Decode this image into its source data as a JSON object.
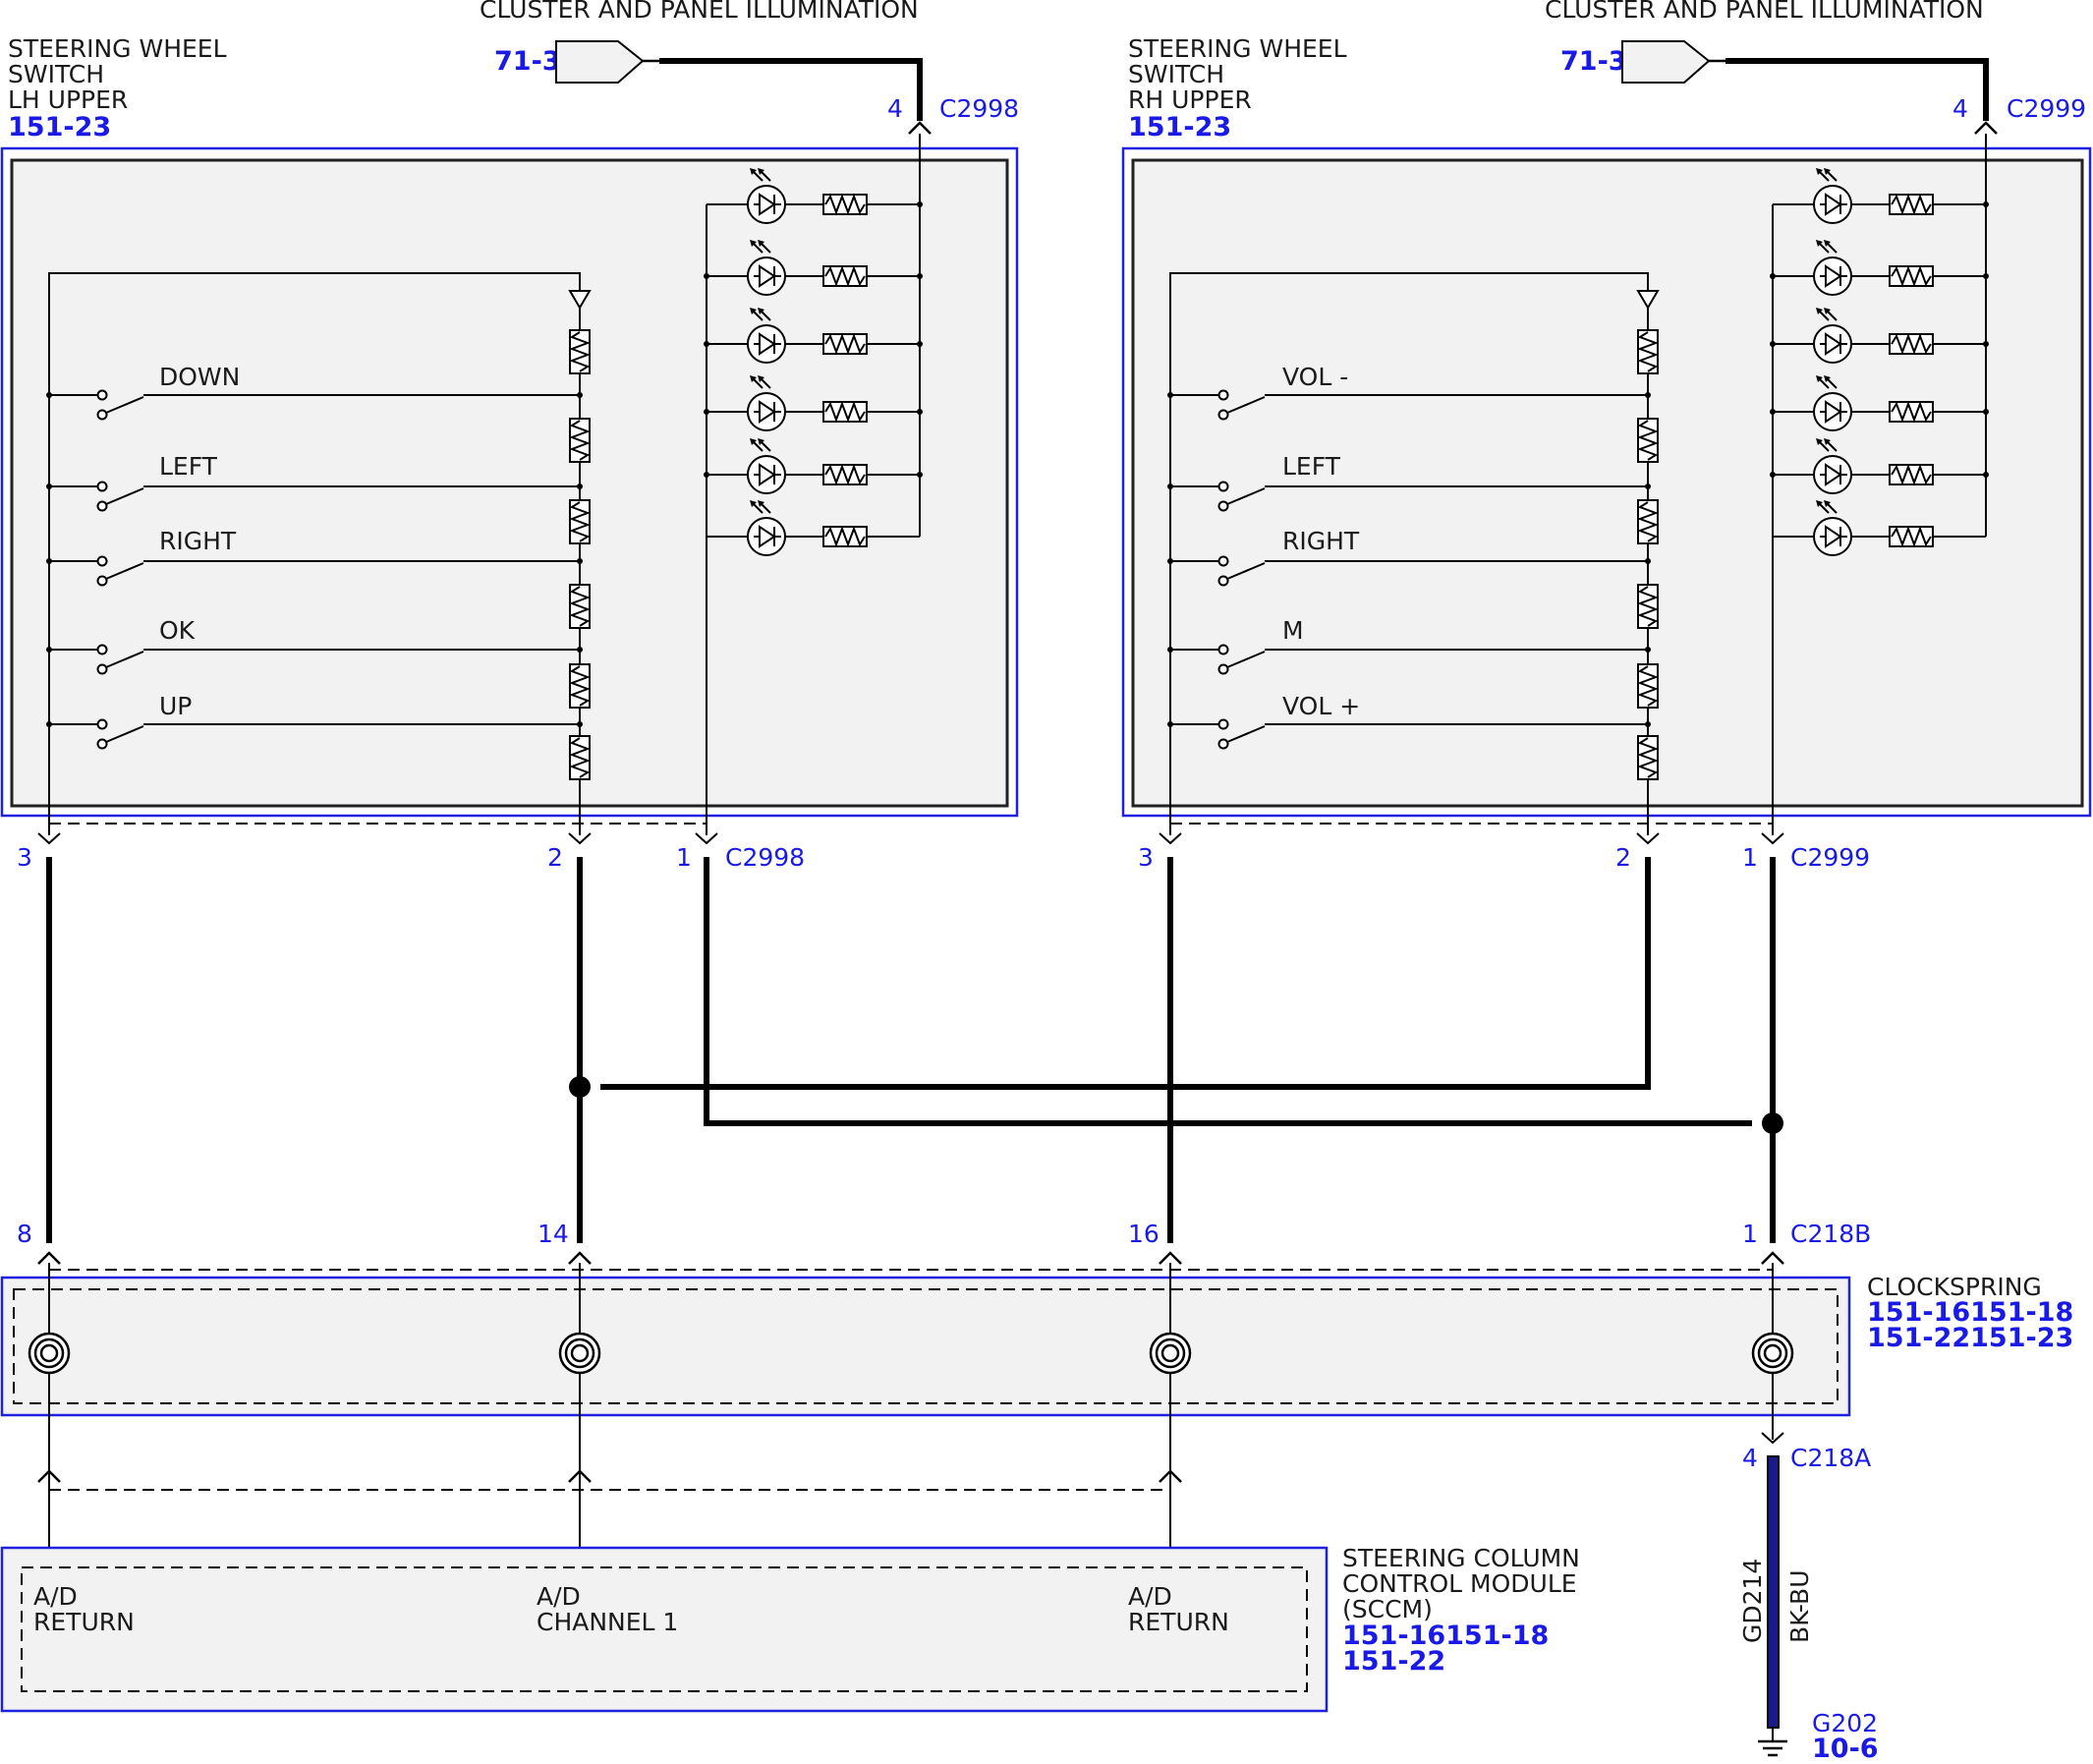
{
  "colors": {
    "accent": "#1a1ae6",
    "frame": "#2020e0",
    "component_fill": "#f2f2f2",
    "wire": "#000000",
    "ground_wire_core": "#1a1a8c"
  },
  "illumination": {
    "title_left": "CLUSTER AND PANEL ILLUMINATION",
    "title_right": "CLUSTER AND PANEL ILLUMINATION",
    "ref_left": "71-3",
    "ref_right": "71-3"
  },
  "lh_switch": {
    "name_line1": "STEERING WHEEL",
    "name_line2": "SWITCH",
    "name_line3": "LH UPPER",
    "ref": "151-23",
    "top_pin": "4",
    "top_connector": "C2998",
    "bottom_pins": [
      "3",
      "2",
      "1"
    ],
    "bottom_connector": "C2998",
    "switches": [
      "DOWN",
      "LEFT",
      "RIGHT",
      "OK",
      "UP"
    ]
  },
  "rh_switch": {
    "name_line1": "STEERING WHEEL",
    "name_line2": "SWITCH",
    "name_line3": "RH UPPER",
    "ref": "151-23",
    "top_pin": "4",
    "top_connector": "C2999",
    "bottom_pins": [
      "3",
      "2",
      "1"
    ],
    "bottom_connector": "C2999",
    "switches": [
      "VOL -",
      "LEFT",
      "RIGHT",
      "M",
      "VOL +"
    ]
  },
  "clockspring": {
    "name": "CLOCKSPRING",
    "ref_line1": "151-16151-18",
    "ref_line2": "151-22151-23",
    "top_pins": [
      "8",
      "14",
      "16",
      "1"
    ],
    "top_connector": "C218B",
    "bottom_pin": "4",
    "bottom_connector": "C218A"
  },
  "sccm": {
    "name_line1": "STEERING COLUMN",
    "name_line2": "CONTROL MODULE",
    "name_line3": "(SCCM)",
    "ref_line1": "151-16151-18",
    "ref_line2": "151-22",
    "terminals": [
      {
        "line1": "A/D",
        "line2": "RETURN"
      },
      {
        "line1": "A/D",
        "line2": "CHANNEL 1"
      },
      {
        "line1": "A/D",
        "line2": "RETURN"
      }
    ]
  },
  "ground": {
    "circuit": "GD214",
    "color_code": "BK-BU",
    "name": "G202",
    "ref": "10-6"
  }
}
